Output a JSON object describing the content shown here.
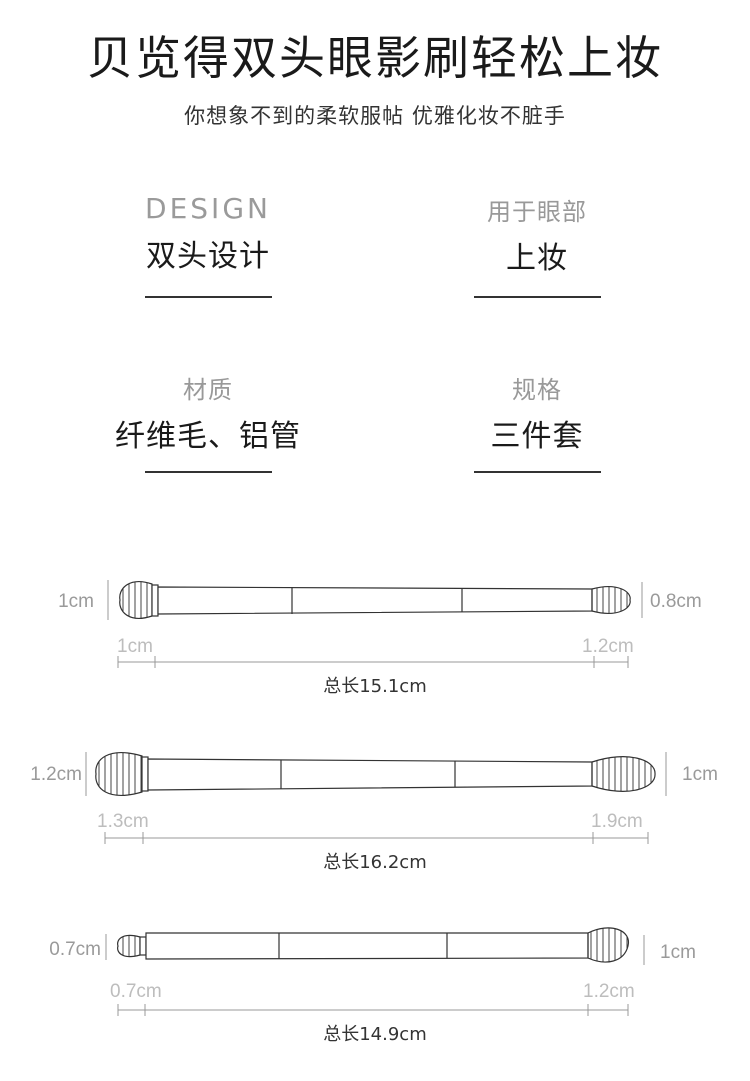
{
  "header": {
    "title": "贝览得双头眼影刷轻松上妆",
    "subtitle": "你想象不到的柔软服帖 优雅化妆不脏手"
  },
  "features": [
    {
      "small": "DESIGN",
      "big": "双头设计"
    },
    {
      "small": "用于眼部",
      "big": "上妆"
    },
    {
      "small": "材质",
      "big": "纤维毛、铝管"
    },
    {
      "small": "规格",
      "big": "三件套"
    }
  ],
  "brushes": [
    {
      "left_head": "1cm",
      "right_head": "0.8cm",
      "left_len": "1cm",
      "right_len": "1.2cm",
      "total": "总长15.1cm"
    },
    {
      "left_head": "1.2cm",
      "right_head": "1cm",
      "left_len": "1.3cm",
      "right_len": "1.9cm",
      "total": "总长16.2cm"
    },
    {
      "left_head": "0.7cm",
      "right_head": "1cm",
      "left_len": "0.7cm",
      "right_len": "1.2cm",
      "total": "总长14.9cm"
    }
  ]
}
